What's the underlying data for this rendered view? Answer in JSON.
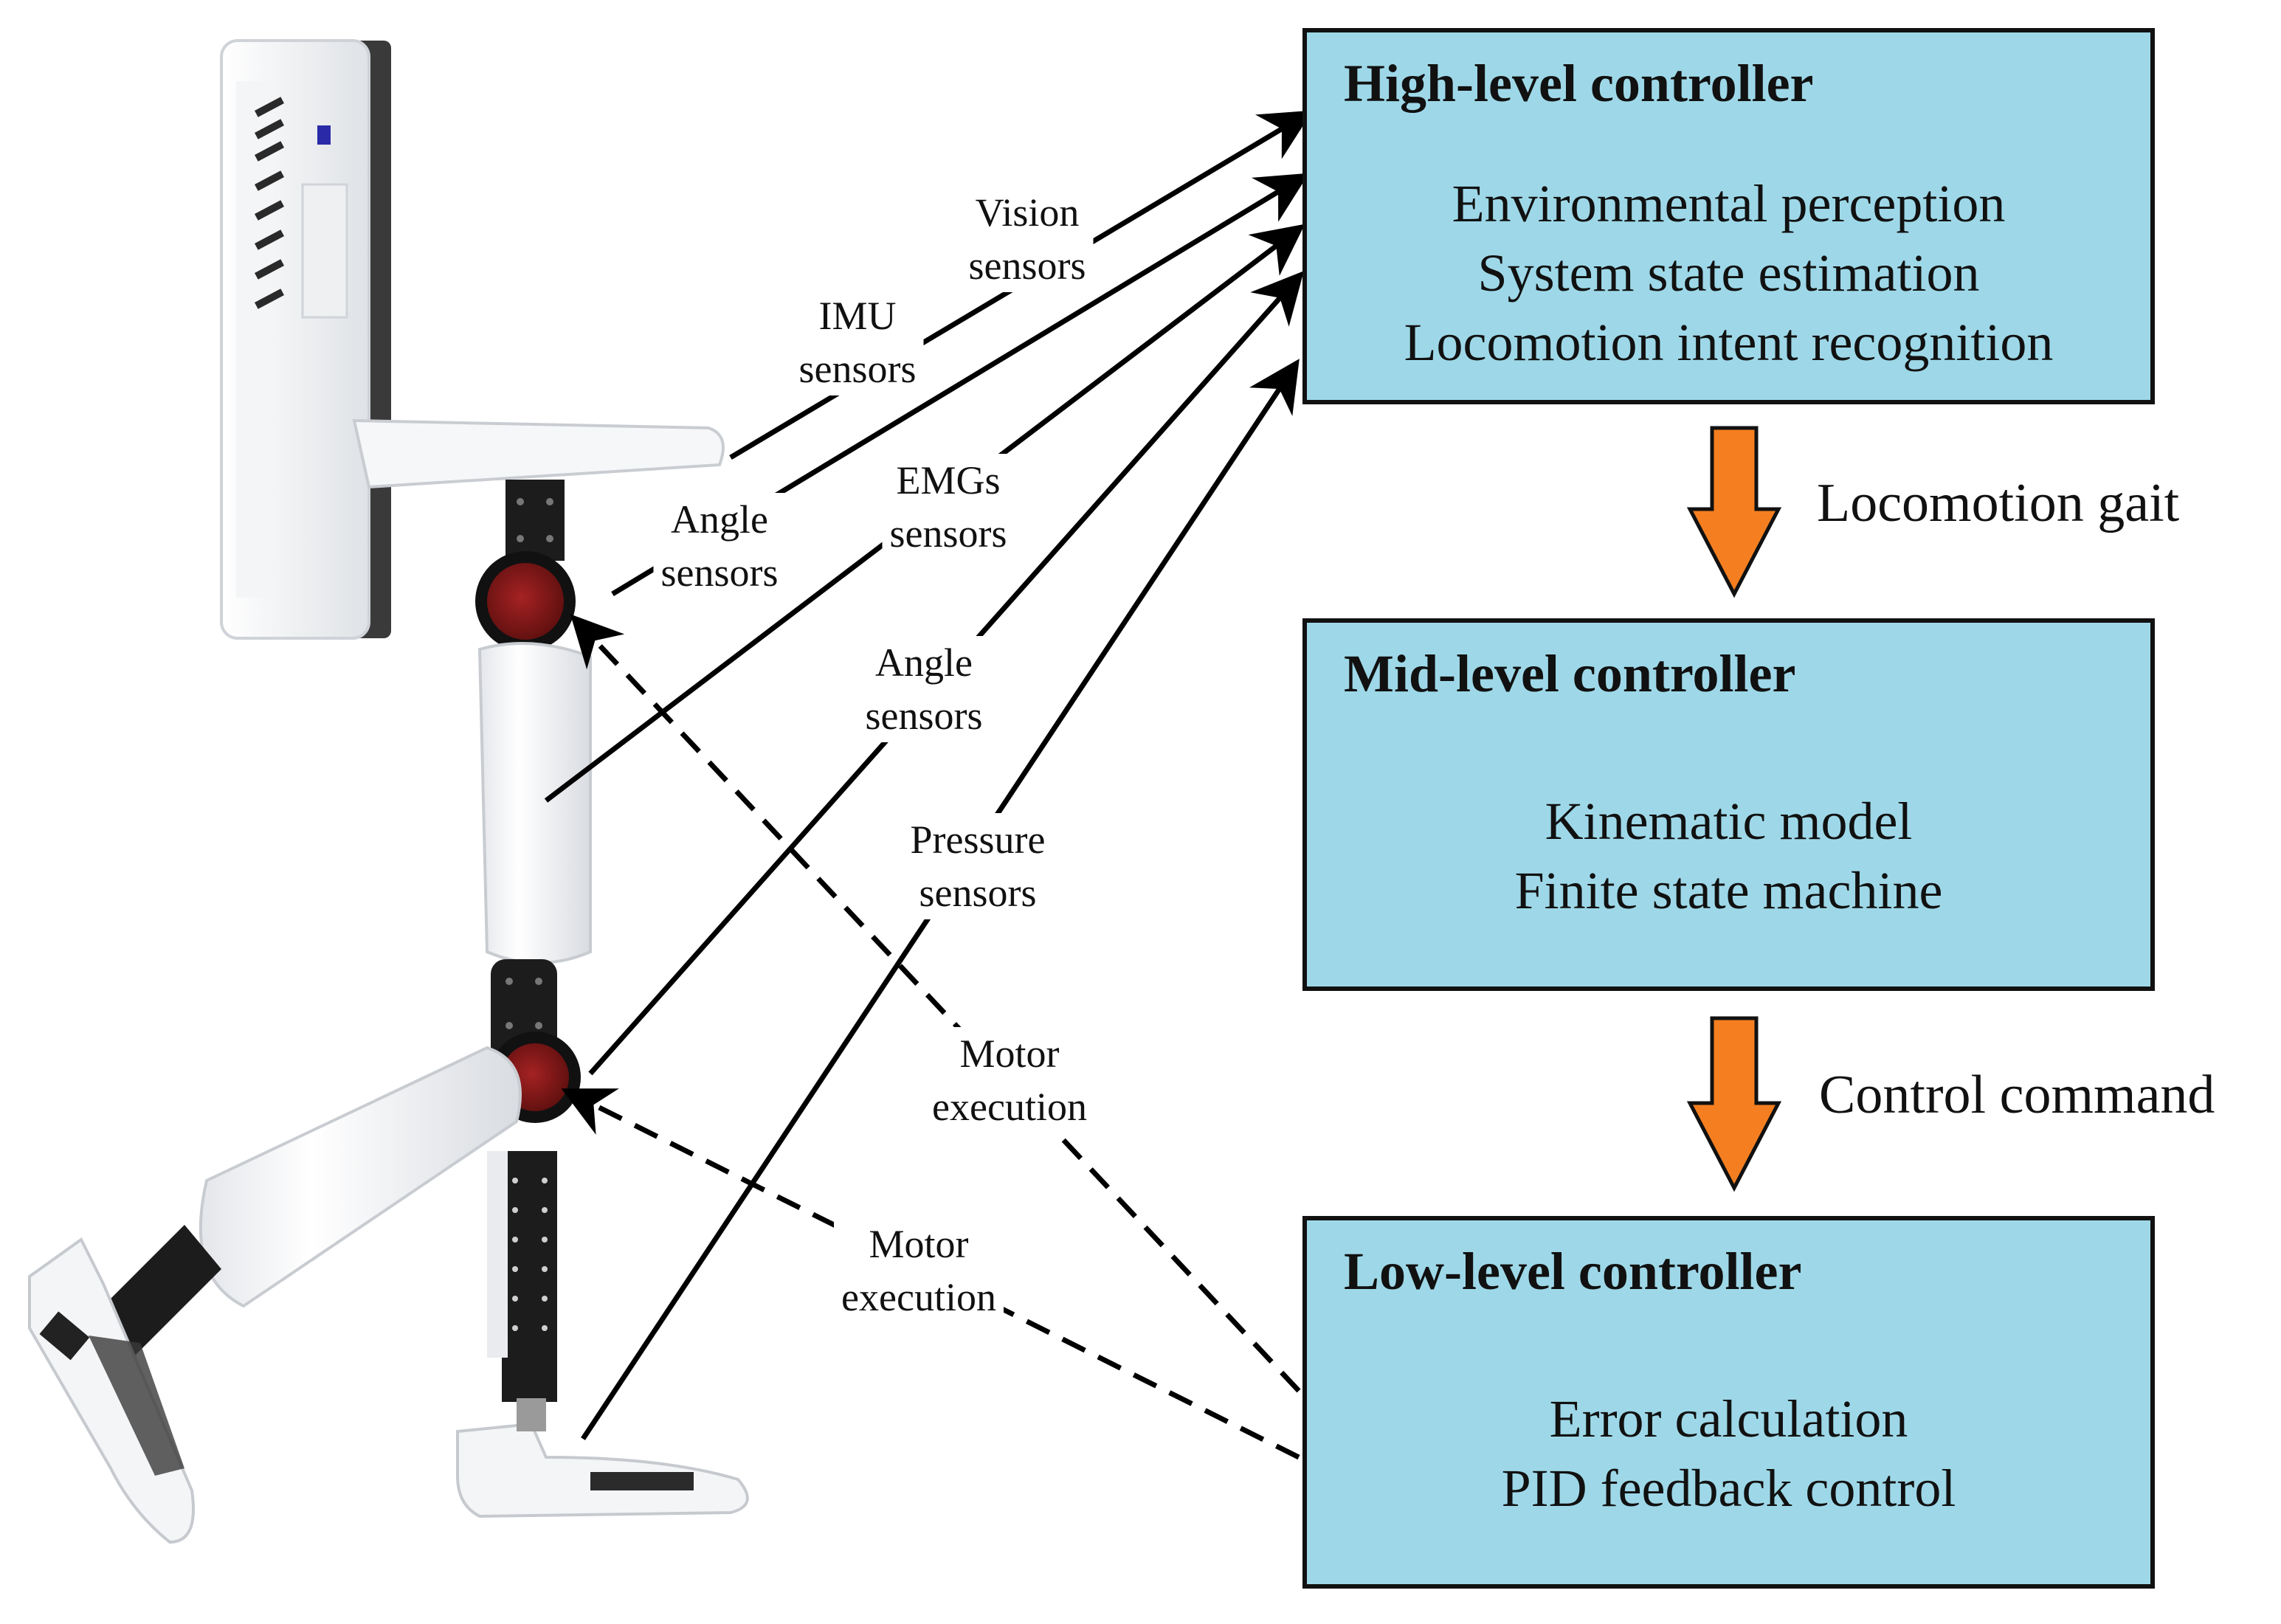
{
  "colors": {
    "box_fill": "#9ed8e8",
    "flow_arrow": "#f57f20",
    "joint": "#8b1a1a",
    "line": "#000000"
  },
  "high_level": {
    "title": "High-level controller",
    "lines": [
      "Environmental perception",
      "System state estimation",
      "Locomotion intent recognition"
    ]
  },
  "mid_level": {
    "title": "Mid-level controller",
    "lines": [
      "Kinematic model",
      "Finite state machine"
    ]
  },
  "low_level": {
    "title": "Low-level controller",
    "lines": [
      "Error calculation",
      "PID feedback control"
    ]
  },
  "flows": {
    "locomotion_gait": "Locomotion gait",
    "control_command": "Control command"
  },
  "sensors": {
    "vision": [
      "Vision",
      "sensors"
    ],
    "imu": [
      "IMU",
      "sensors"
    ],
    "angle_hip": [
      "Angle",
      "sensors"
    ],
    "emg": [
      "EMGs",
      "sensors"
    ],
    "angle_knee": [
      "Angle",
      "sensors"
    ],
    "pressure": [
      "Pressure",
      "sensors"
    ]
  },
  "motors": {
    "hip": [
      "Motor",
      "execution"
    ],
    "knee": [
      "Motor",
      "execution"
    ]
  }
}
